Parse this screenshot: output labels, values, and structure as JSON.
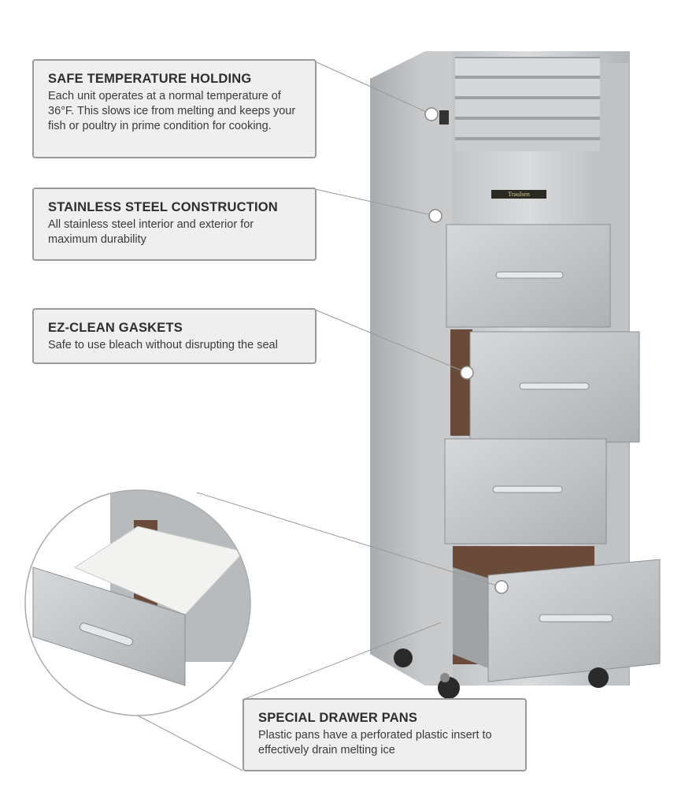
{
  "brand_logo": "Traulsen",
  "callouts": [
    {
      "title": "SAFE TEMPERATURE HOLDING",
      "text": "Each unit operates at a normal temperature of 36°F. This slows ice from melting and keeps your fish or poultry in prime condition for cooking."
    },
    {
      "title": "STAINLESS STEEL CONSTRUCTION",
      "text": "All stainless steel interior and exterior for maximum durability"
    },
    {
      "title": "EZ-CLEAN GASKETS",
      "text": "Safe to use bleach without disrupting the seal"
    },
    {
      "title": "SPECIAL DRAWER PANS",
      "text": "Plastic pans have a perforated plastic insert to effectively drain melting ice"
    }
  ],
  "colors": {
    "callout_bg": "#efefef",
    "callout_border": "#9a9a9a",
    "steel": "#c4c7ca"
  }
}
